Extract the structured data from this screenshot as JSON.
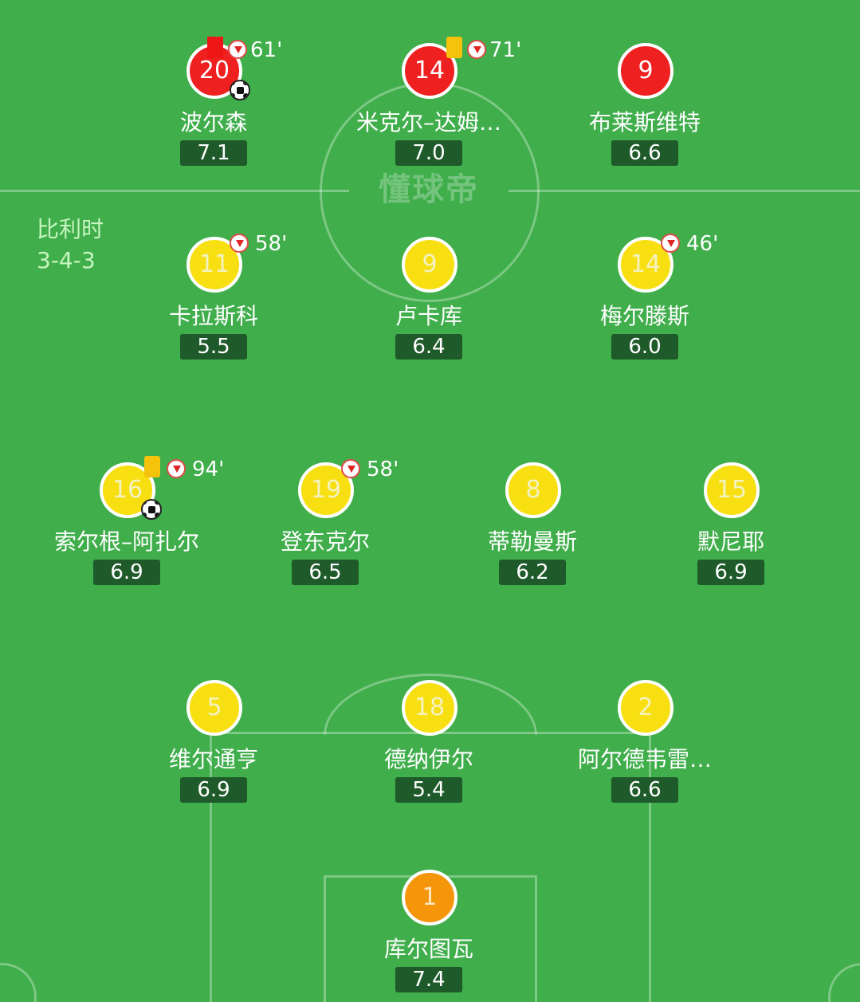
{
  "team": {
    "name": "比利时",
    "formation": "3-4-3"
  },
  "watermark": "懂球帝",
  "colors": {
    "pitch": "#3fae4b",
    "forward": "#ef2020",
    "outfield": "#f7df12",
    "goalkeeper": "#f5950a",
    "rating_bg": "#1e5a2a"
  },
  "players": {
    "bolsen": {
      "number": "20",
      "name": "波尔森",
      "rating": "7.1",
      "sub_minute": "61'",
      "red_card": true,
      "goal": true
    },
    "michael_dam": {
      "number": "14",
      "name": "米克尔–达姆…",
      "rating": "7.0",
      "sub_minute": "71'",
      "yellow_card": true
    },
    "braithwaite": {
      "number": "9",
      "name": "布莱斯维特",
      "rating": "6.6"
    },
    "kalasko": {
      "number": "11",
      "name": "卡拉斯科",
      "rating": "5.5",
      "sub_minute": "58'"
    },
    "lukaku": {
      "number": "9",
      "name": "卢卡库",
      "rating": "6.4"
    },
    "mertens": {
      "number": "14",
      "name": "梅尔滕斯",
      "rating": "6.0",
      "sub_minute": "46'"
    },
    "thorgan": {
      "number": "16",
      "name": "索尔根–阿扎尔",
      "rating": "6.9",
      "sub_minute": "94'",
      "yellow_card": true,
      "goal": true
    },
    "dendoncker": {
      "number": "19",
      "name": "登东克尔",
      "rating": "6.5",
      "sub_minute": "58'"
    },
    "tielemans": {
      "number": "8",
      "name": "蒂勒曼斯",
      "rating": "6.2"
    },
    "meunier": {
      "number": "15",
      "name": "默尼耶",
      "rating": "6.9"
    },
    "vertonghen": {
      "number": "5",
      "name": "维尔通亨",
      "rating": "6.9"
    },
    "denayer": {
      "number": "18",
      "name": "德纳伊尔",
      "rating": "5.4"
    },
    "alderweireld": {
      "number": "2",
      "name": "阿尔德韦雷…",
      "rating": "6.6"
    },
    "courtois": {
      "number": "1",
      "name": "库尔图瓦",
      "rating": "7.4"
    }
  }
}
